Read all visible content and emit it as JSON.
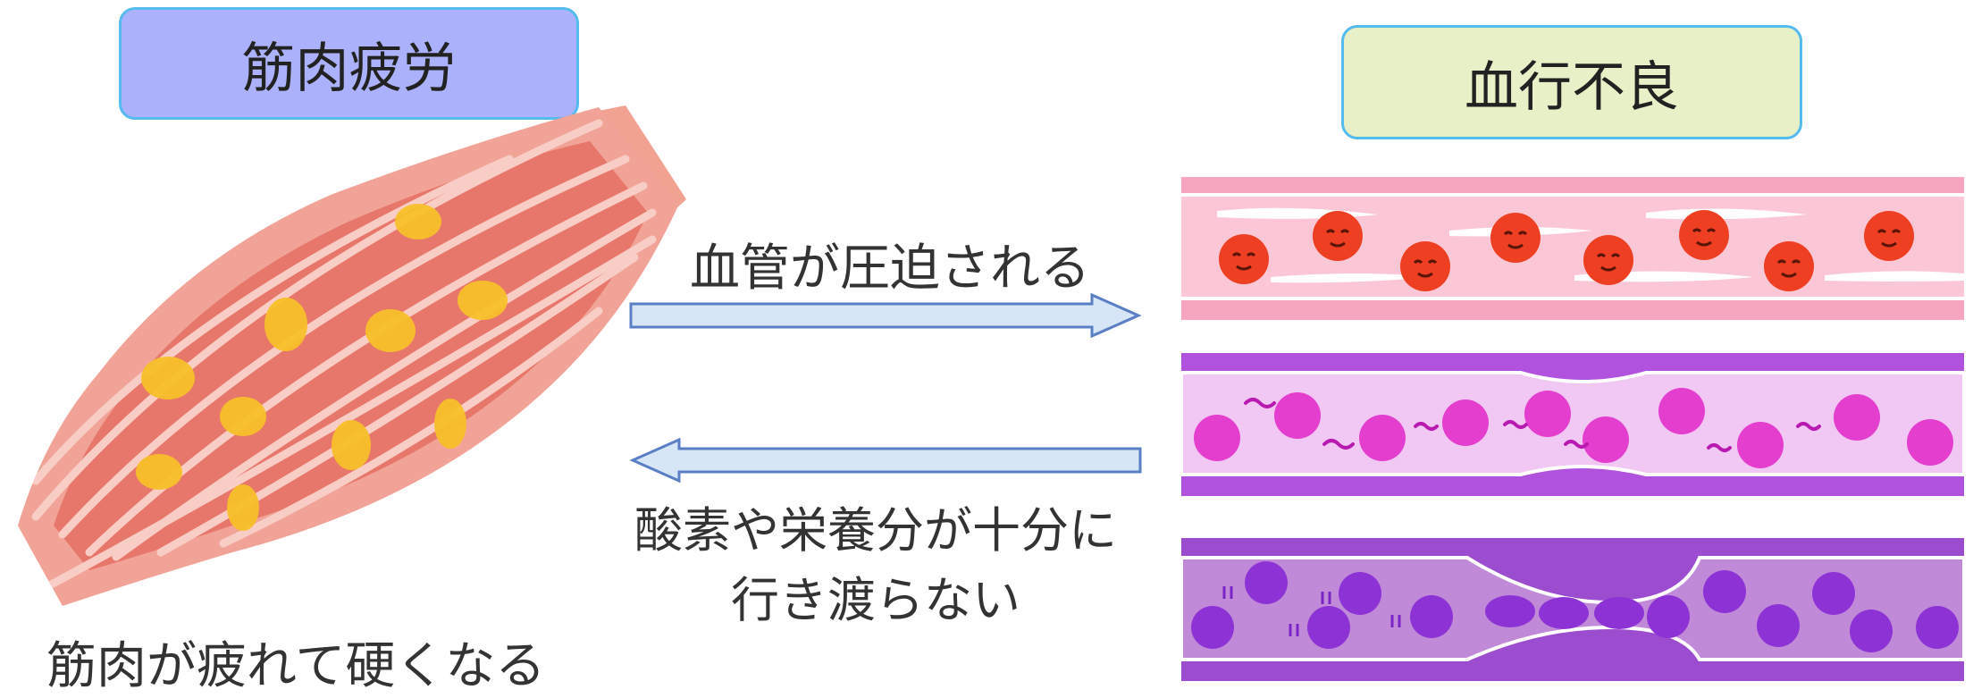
{
  "labels": {
    "muscle_fatigue": "筋肉疲労",
    "poor_circulation": "血行不良"
  },
  "captions": {
    "vessel_compressed": "血管が圧迫される",
    "supply_line1": "酸素や栄養分が十分に",
    "supply_line2": "行き渡らない",
    "muscle_stiff": "筋肉が疲れて硬くなる"
  },
  "colors": {
    "left_box": "#abb2fb",
    "right_box": "#e7f0c6",
    "box_border": "#55bbee",
    "arrow_fill": "#d6e6f7",
    "arrow_stroke": "#5b7fc4",
    "muscle": "#e8776b",
    "fatigue_spot": "#f7c02a",
    "vessel_healthy": "#f7a6bf",
    "vessel_mid": "#b152de",
    "vessel_bad": "#9c4ccf",
    "rbc_healthy": "#ee3f22",
    "rbc_mid": "#e43ecf",
    "rbc_bad": "#8d33d6"
  },
  "icons": {
    "muscle": "muscle-illustration-icon",
    "arrow_right": "arrow-right-icon",
    "arrow_left": "arrow-left-icon",
    "vessel_healthy": "healthy-vessel-icon",
    "vessel_narrowed": "narrowed-vessel-icon",
    "vessel_blocked": "blocked-vessel-icon"
  }
}
